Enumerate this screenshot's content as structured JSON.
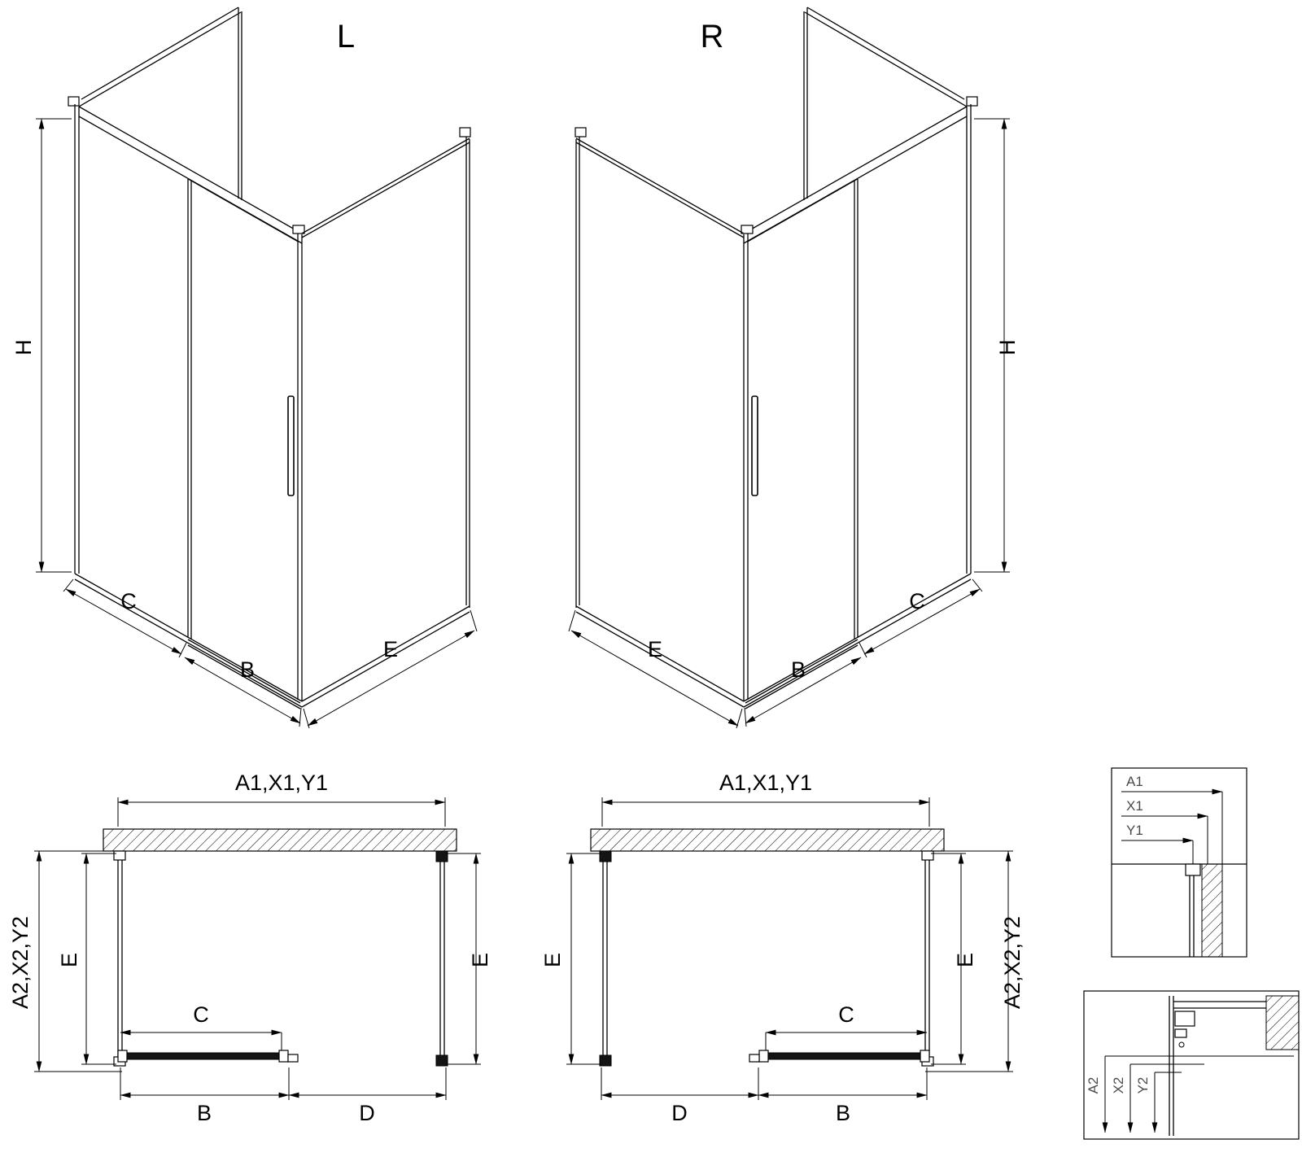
{
  "drawing": {
    "views": {
      "iso_l": {
        "title": "L",
        "dim_height": "H",
        "dim_fixed": "C",
        "dim_door": "B",
        "dim_side": "E"
      },
      "iso_r": {
        "title": "R",
        "dim_height": "H",
        "dim_fixed": "C",
        "dim_door": "B",
        "dim_side": "E"
      },
      "plan_l": {
        "dim_top": "A1,X1,Y1",
        "dim_outer_depth": "A2,X2,Y2",
        "dim_depth_left": "E",
        "dim_depth_right": "E",
        "dim_slide": "C",
        "dim_bottom_left": "B",
        "dim_bottom_right": "D"
      },
      "plan_r": {
        "dim_top": "A1,X1,Y1",
        "dim_outer_depth": "A2,X2,Y2",
        "dim_depth_left": "E",
        "dim_depth_right": "E",
        "dim_slide": "C",
        "dim_bottom_left": "D",
        "dim_bottom_right": "B"
      },
      "detail_width": {
        "labels": [
          "A1",
          "X1",
          "Y1"
        ]
      },
      "detail_depth": {
        "labels": [
          "A2",
          "X2",
          "Y2"
        ]
      }
    },
    "colors": {
      "line": "#000000",
      "background": "#ffffff",
      "detail_text": "#4a4a4a"
    }
  }
}
